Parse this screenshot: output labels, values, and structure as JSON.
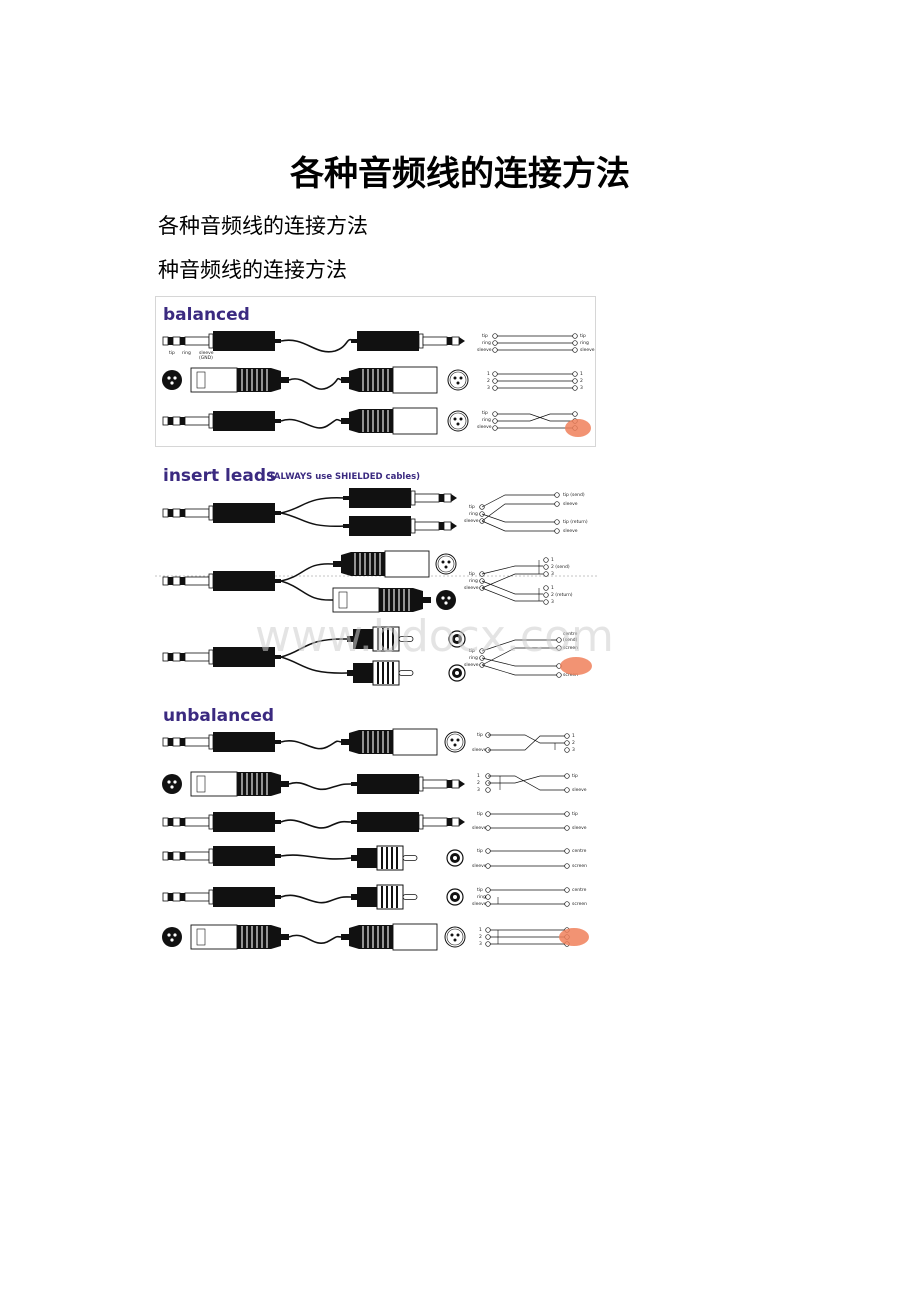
{
  "doc": {
    "title": "各种音频线的连接方法",
    "para1": "各种音频线的连接方法",
    "para2": "种音频线的连接方法"
  },
  "figure": {
    "sections": {
      "balanced": "balanced",
      "insert": "insert leads",
      "insert_note": "(ALWAYS use SHIELDED cables)",
      "unbalanced": "unbalanced"
    },
    "labels": {
      "tip": "tip",
      "ring": "ring",
      "sleeve": "sleeve",
      "gnd": "(GND)",
      "tip_send": "tip (send)",
      "tip_return": "tip (return)",
      "two_send": "2 (send)",
      "two_return": "2 (return)",
      "centre": "centre",
      "centre_send": "(send)",
      "screen": "screen",
      "p1": "1",
      "p2": "2",
      "p3": "3"
    },
    "watermark": "www.bdocx.com",
    "colors": {
      "heading": "#3b2a80",
      "stamp": "#f0805a",
      "ink": "#111111"
    }
  }
}
